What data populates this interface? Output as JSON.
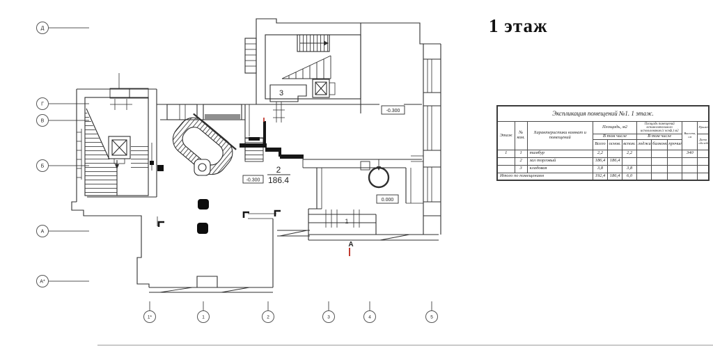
{
  "page_title": "1 этаж",
  "axes": {
    "rows": [
      "Д",
      "Г",
      "В",
      "Б",
      "А",
      "А*"
    ],
    "cols": [
      "1*",
      "1",
      "2",
      "3",
      "4",
      "5"
    ]
  },
  "plan": {
    "room3_label": "3",
    "room2_number": "2",
    "room2_area": "186.4",
    "room1_label": "1",
    "elevation_top": "-0.300",
    "elevation_mid": "-0.300",
    "elevation_ground": "0.000",
    "section_letter": "А"
  },
  "colors": {
    "line": "#2e2e2e",
    "red": "#c23b30",
    "window_gray": "#8f8f8f"
  },
  "table": {
    "title": "Экспликация помещений №1. 1 этаж.",
    "headers": {
      "floor": "Этаж",
      "room_no": "№ ком.",
      "characteristics": "Характеристики комнат и помещений",
      "area_group": "Площадь, м2",
      "including": "В том числе",
      "total": "Всего",
      "main": "основ.",
      "aux": "вспом.",
      "aux_area_group": "Площадь помещений вспомогательного использования (с коэф.) м2",
      "including2": "В том числе",
      "loggias": "лоджий",
      "balconies": "балконов",
      "other": "прочие",
      "height": "Высота, см",
      "note": "Примечание",
      "note2": "Дата обследования"
    },
    "rows": [
      [
        "1",
        "1",
        "тамбур",
        "2,2",
        "",
        "2,2",
        "",
        "",
        "",
        "340",
        ""
      ],
      [
        "",
        "2",
        "зал торговый",
        "186,4",
        "186,4",
        "",
        "",
        "",
        "",
        "",
        ""
      ],
      [
        "",
        "3",
        "кладовая",
        "3,8",
        "",
        "3,8",
        "",
        "",
        "",
        "",
        ""
      ]
    ],
    "total": {
      "label": "Итого по помещениям",
      "cells": [
        "192,4",
        "186,4",
        "6,0",
        "",
        "",
        "",
        "",
        ""
      ]
    }
  }
}
